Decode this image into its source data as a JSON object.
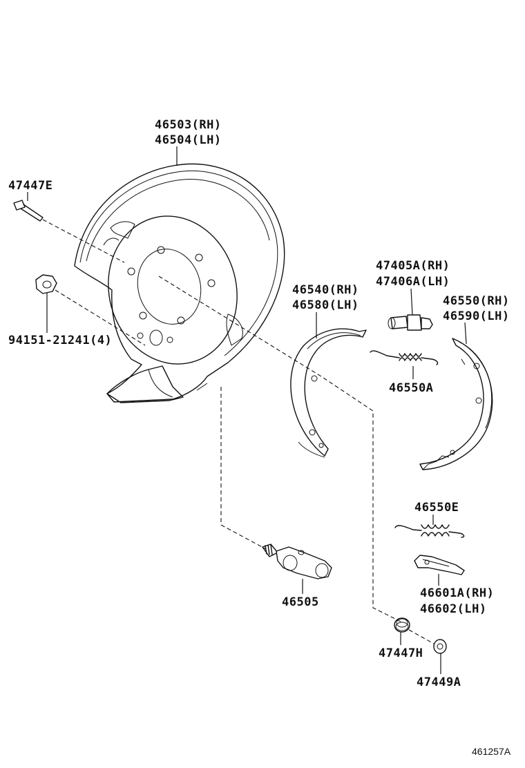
{
  "diagram": {
    "reference_code": "461257A",
    "callouts": [
      {
        "id": "backing-plate",
        "lines": [
          "46503(RH)",
          "46504(LH)"
        ]
      },
      {
        "id": "bolt",
        "lines": [
          "47447E"
        ]
      },
      {
        "id": "nut",
        "lines": [
          "94151-21241(4)"
        ]
      },
      {
        "id": "adjusting-bolt",
        "lines": [
          "47405A(RH)",
          "47406A(LH)"
        ]
      },
      {
        "id": "shoe-front",
        "lines": [
          "46540(RH)",
          "46580(LH)"
        ]
      },
      {
        "id": "shoe-rear",
        "lines": [
          "46550(RH)",
          "46590(LH)"
        ]
      },
      {
        "id": "spring-upper",
        "lines": [
          "46550A"
        ]
      },
      {
        "id": "spring-lower",
        "lines": [
          "46550E"
        ]
      },
      {
        "id": "lever",
        "lines": [
          "46601A(RH)",
          "46602(LH)"
        ]
      },
      {
        "id": "cable-bell-crank",
        "lines": [
          "46505"
        ]
      },
      {
        "id": "hold-down-spring",
        "lines": [
          "47447H"
        ]
      },
      {
        "id": "hold-down-cup",
        "lines": [
          "47449A"
        ]
      }
    ]
  }
}
